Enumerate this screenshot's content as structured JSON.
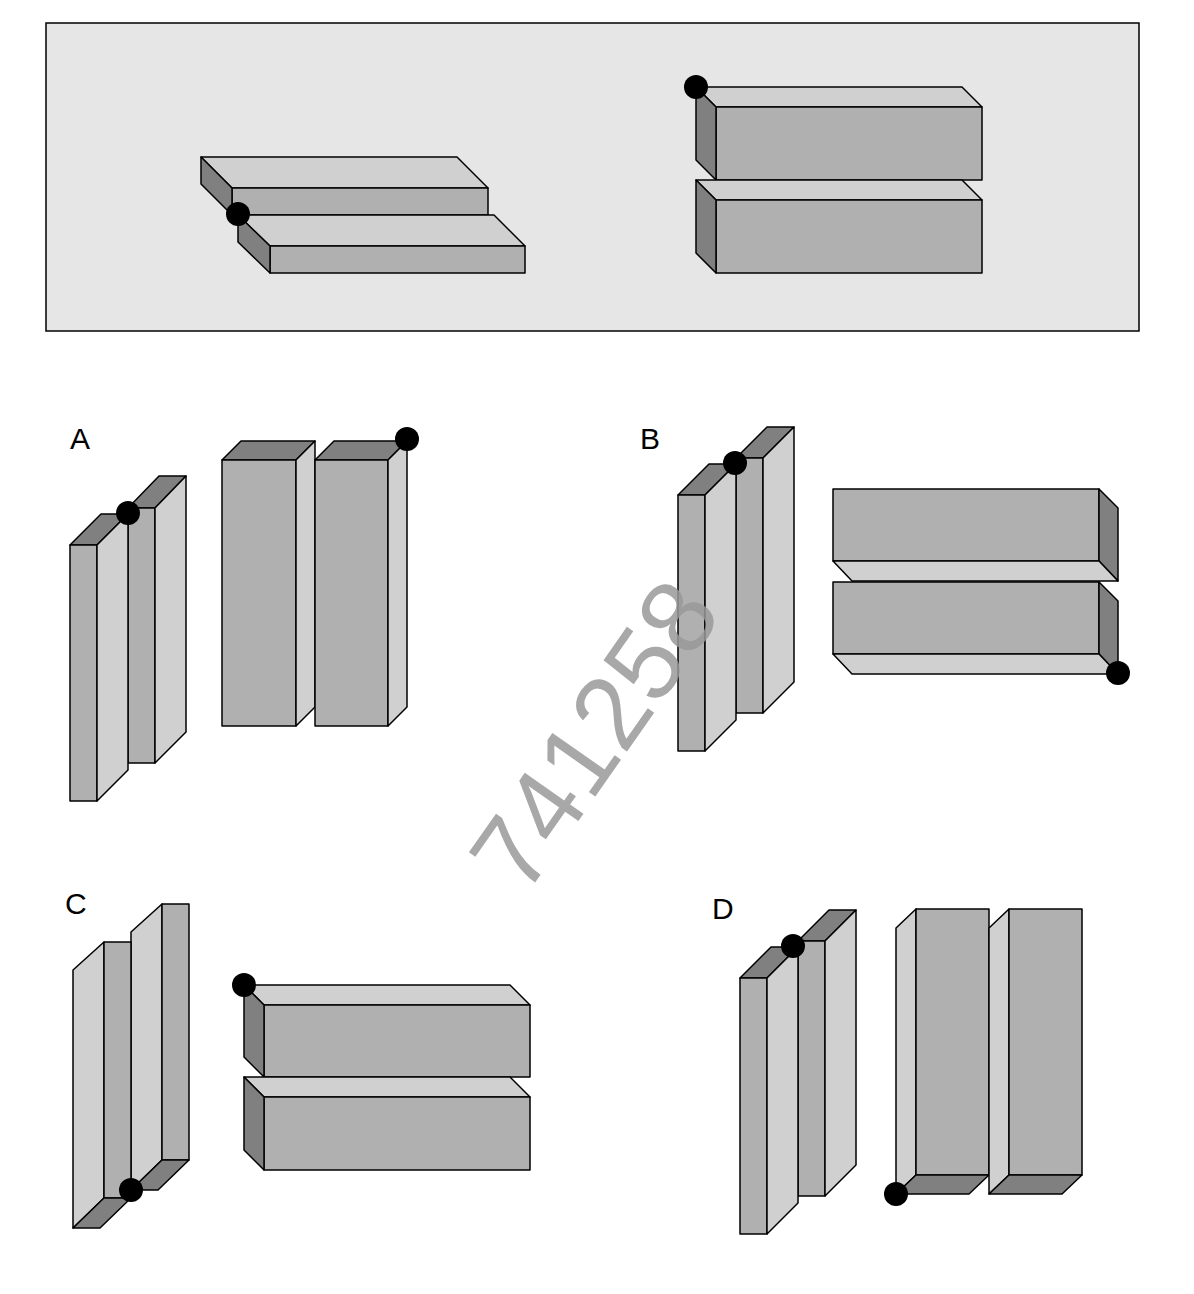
{
  "diagram": {
    "labels": [
      "A",
      "B",
      "C",
      "D",
      "741258"
    ]
  }
}
